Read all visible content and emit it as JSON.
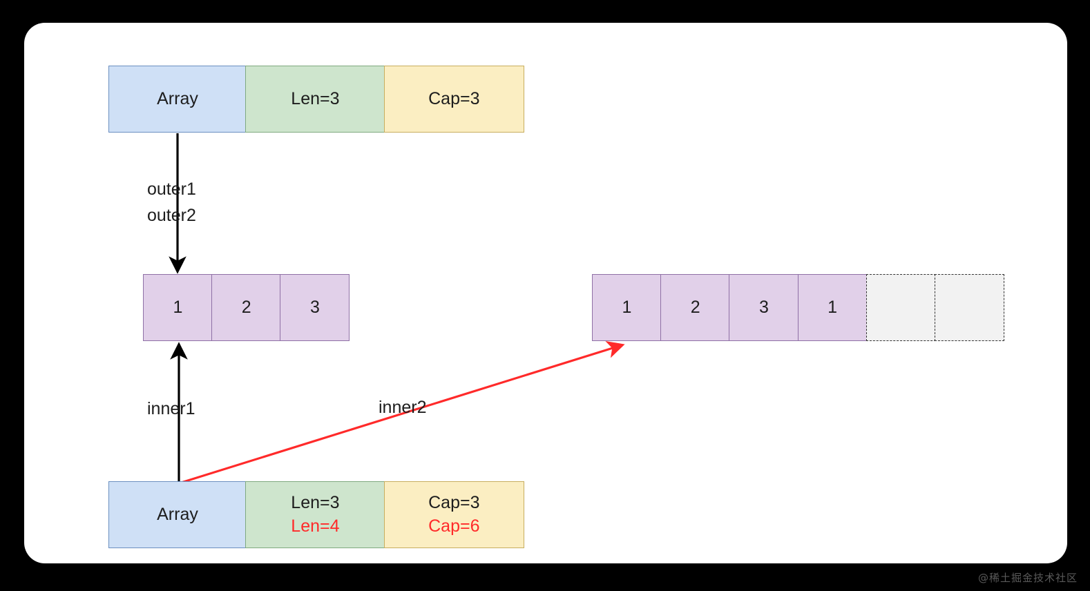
{
  "page": {
    "background_color": "#000000",
    "card_color": "#ffffff",
    "watermark": "@稀土掘金技术社区"
  },
  "colors": {
    "array_field": "#cfe0f6",
    "len_field": "#cee5cd",
    "cap_field": "#fbeec2",
    "slot_fill": "#e1d0e9",
    "slot_border": "#8e6fa5",
    "empty_slot_fill": "#f2f2f2",
    "highlight_red": "#ff2a2a",
    "text": "#1d1d1d"
  },
  "top_struct": {
    "name": "outer-slice-header",
    "fields": [
      {
        "label": "Array",
        "kind": "pointer"
      },
      {
        "label": "Len=3",
        "kind": "len"
      },
      {
        "label": "Cap=3",
        "kind": "cap"
      }
    ]
  },
  "bottom_struct": {
    "name": "inner-slice-header",
    "fields": [
      {
        "label": "Array",
        "kind": "pointer",
        "updated": ""
      },
      {
        "label": "Len=3",
        "kind": "len",
        "updated": "Len=4"
      },
      {
        "label": "Cap=3",
        "kind": "cap",
        "updated": "Cap=6"
      }
    ]
  },
  "left_array": {
    "name": "original-backing-array",
    "slots": [
      {
        "value": "1",
        "empty": false
      },
      {
        "value": "2",
        "empty": false
      },
      {
        "value": "3",
        "empty": false
      }
    ]
  },
  "right_array": {
    "name": "grown-backing-array",
    "slots": [
      {
        "value": "1",
        "empty": false
      },
      {
        "value": "2",
        "empty": false
      },
      {
        "value": "3",
        "empty": false
      },
      {
        "value": "1",
        "empty": false
      },
      {
        "value": "",
        "empty": true
      },
      {
        "value": "",
        "empty": true
      }
    ]
  },
  "labels": {
    "outer1": "outer1",
    "outer2": "outer2",
    "inner1": "inner1",
    "inner2": "inner2"
  },
  "arrows": [
    {
      "name": "outer-pointer-arrow",
      "color": "#000000",
      "from": "top_struct.Array",
      "to": "left_array.slot0"
    },
    {
      "name": "inner1-pointer-arrow",
      "color": "#000000",
      "from": "bottom_struct.Array",
      "to": "left_array.slot0"
    },
    {
      "name": "inner2-pointer-arrow",
      "color": "#ff2a2a",
      "from": "bottom_struct.Array",
      "to": "right_array.slot0"
    }
  ]
}
